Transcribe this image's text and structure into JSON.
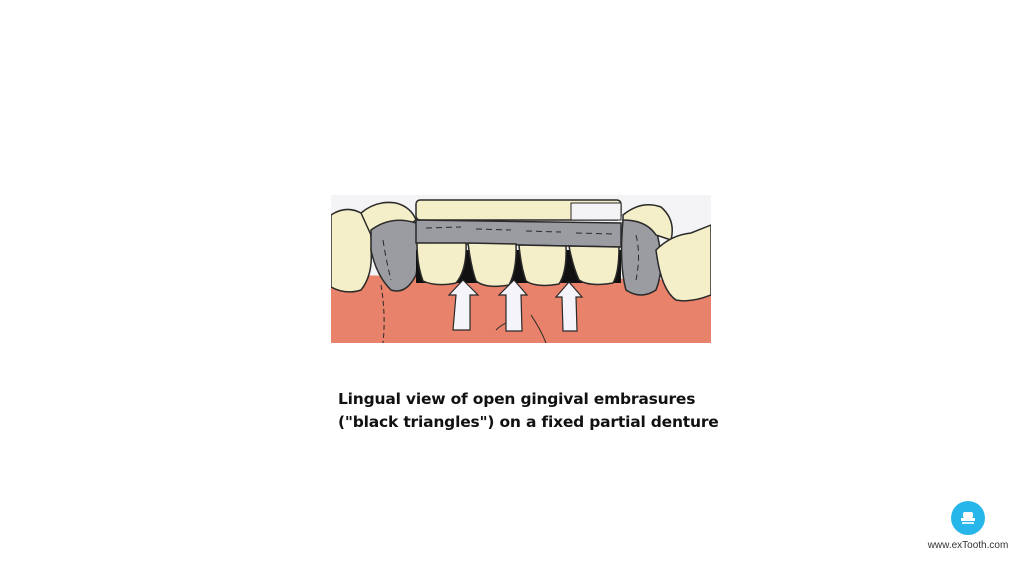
{
  "figure": {
    "description": "Lingual view illustration of fixed partial denture with black triangles indicated by three arrows",
    "colors": {
      "gingiva": "#e8826a",
      "tooth": "#f4efc8",
      "pontic_metal": "#9a9ca2",
      "embrasure": "#111111",
      "arrow": "#f4f4fa",
      "outline": "#2a2a2a"
    },
    "arrow_count": 3
  },
  "caption": {
    "line1": "Lingual view of open gingival embrasures",
    "line2": "(\"black triangles\") on a fixed partial denture"
  },
  "branding": {
    "logo_icon": "extooth-logo-icon",
    "logo_color": "#27b6ea",
    "url": "www.exTooth.com"
  }
}
